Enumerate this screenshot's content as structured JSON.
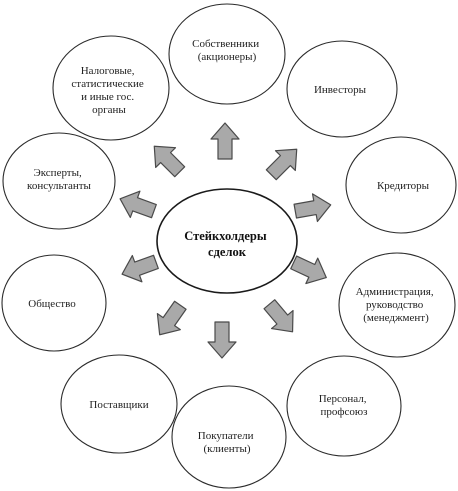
{
  "center": {
    "lines": [
      "Стейкхолдеры",
      "сделок"
    ]
  },
  "nodes": [
    {
      "id": "owners",
      "lines": [
        "Собственники",
        "(акционеры)"
      ]
    },
    {
      "id": "investors",
      "lines": [
        "Инвесторы"
      ]
    },
    {
      "id": "creditors",
      "lines": [
        "Кредиторы"
      ]
    },
    {
      "id": "management",
      "lines": [
        "Администрация,",
        "руководство",
        "(менеджмент)"
      ]
    },
    {
      "id": "staff",
      "lines": [
        "Персонал,",
        "профсоюз"
      ]
    },
    {
      "id": "customers",
      "lines": [
        "Покупатели",
        "(клиенты)"
      ]
    },
    {
      "id": "suppliers",
      "lines": [
        "Поставщики"
      ]
    },
    {
      "id": "society",
      "lines": [
        "Общество"
      ]
    },
    {
      "id": "experts",
      "lines": [
        "Эксперты,",
        "консультанты"
      ]
    },
    {
      "id": "government",
      "lines": [
        "Налоговые,",
        "статистические",
        "и иные гос.",
        "органы"
      ]
    }
  ],
  "colors": {
    "arrow_fill": "#a9a9a9",
    "arrow_stroke": "#4a4a4a",
    "outline": "#2b2b2b"
  }
}
